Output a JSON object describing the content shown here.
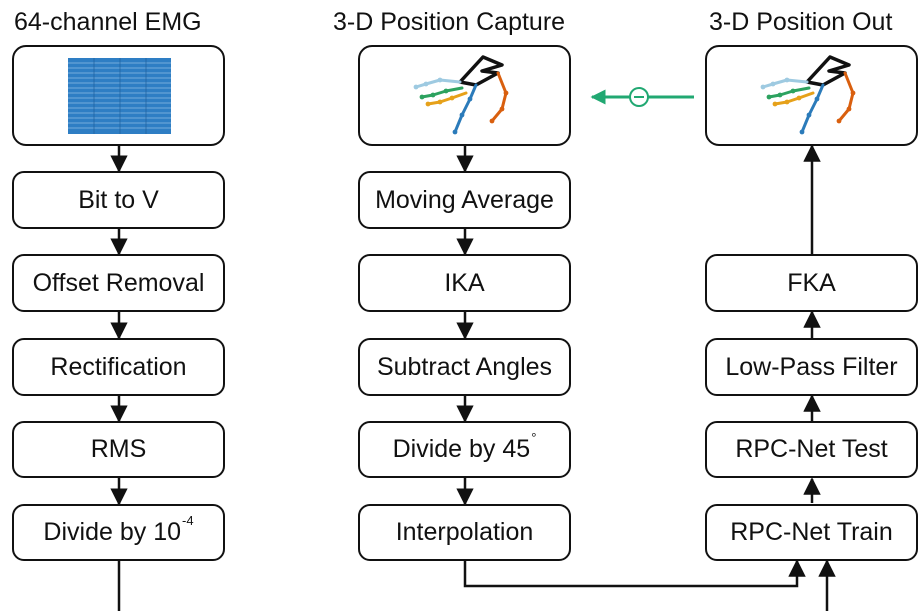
{
  "columns": {
    "emg": {
      "title": "64-channel EMG",
      "steps": [
        {
          "label": "Bit to V"
        },
        {
          "label": "Offset Removal"
        },
        {
          "label": "Rectification"
        },
        {
          "label": "RMS"
        },
        {
          "label": "Divide by 10",
          "sup": "-4"
        }
      ]
    },
    "capture": {
      "title": "3-D Position Capture",
      "steps": [
        {
          "label": "Moving Average"
        },
        {
          "label": "IKA"
        },
        {
          "label": "Subtract Angles"
        },
        {
          "label": "Divide by 45",
          "sup": "°"
        },
        {
          "label": "Interpolation"
        }
      ]
    },
    "output": {
      "title": "3-D Position Out",
      "steps": [
        {
          "label": "FKA"
        },
        {
          "label": "Low-Pass Filter"
        },
        {
          "label": "RPC-Net Test"
        },
        {
          "label": "RPC-Net Train"
        }
      ]
    }
  },
  "colors": {
    "line": "#111111",
    "compare_arrow": "#21a872",
    "emg_signal": "#2e7ec4",
    "finger_colors": [
      "#9ecae1",
      "#2ca25f",
      "#e6a11a",
      "#2b7bba",
      "#d95f0e"
    ]
  },
  "icons": {
    "compare": "minus-circle-icon",
    "emg": "emg-heatmap-icon",
    "hand": "hand-skeleton-icon"
  }
}
